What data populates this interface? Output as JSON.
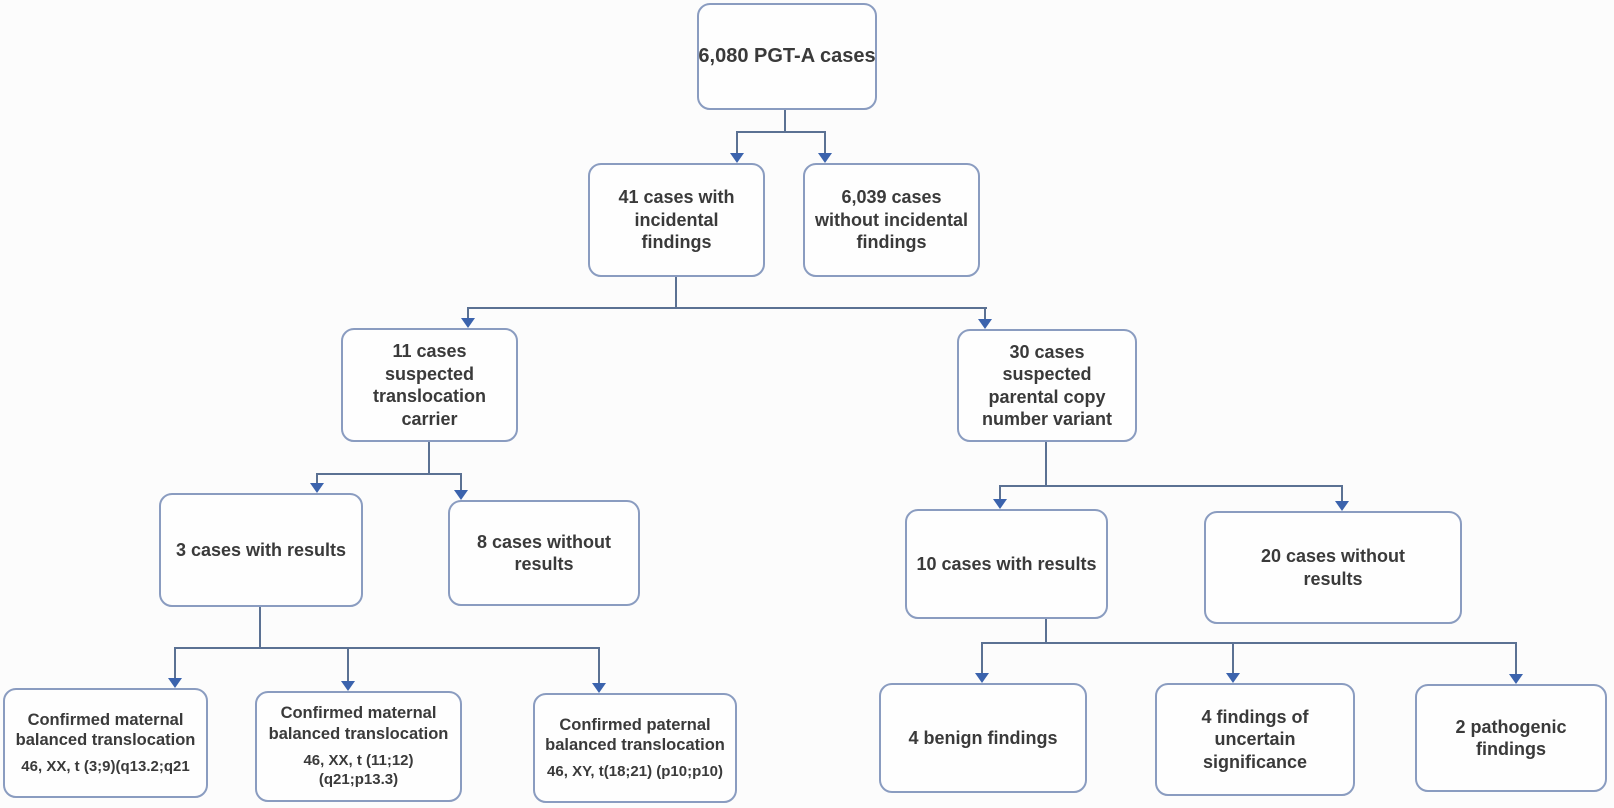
{
  "colors": {
    "box_border": "#8a9cc0",
    "connector_line": "#5b7193",
    "arrowhead": "#3b63ad",
    "text": "#3a3a3a",
    "background": "#fcfcfc"
  },
  "nodes": {
    "total": {
      "label": "6,080 PGT-A cases"
    },
    "with_incidental": {
      "label": "41 cases with\nincidental\nfindings"
    },
    "without_incidental": {
      "label": "6,039 cases\nwithout incidental\nfindings"
    },
    "suspected_translocation": {
      "label": "11 cases\nsuspected\ntranslocation\ncarrier"
    },
    "suspected_cnv": {
      "label": "30 cases\nsuspected\nparental copy\nnumber variant"
    },
    "translocation_with_results": {
      "label": "3 cases with results"
    },
    "translocation_without_results": {
      "label": "8 cases without\nresults"
    },
    "cnv_with_results": {
      "label": "10 cases with results"
    },
    "cnv_without_results": {
      "label": "20 cases without\nresults"
    },
    "maternal_translocation_1": {
      "label": "Confirmed maternal\nbalanced translocation",
      "karyotype": "46, XX, t (3;9)(q13.2;q21"
    },
    "maternal_translocation_2": {
      "label": "Confirmed maternal\nbalanced translocation",
      "karyotype": "46, XX, t (11;12)\n(q21;p13.3)"
    },
    "paternal_translocation": {
      "label": "Confirmed paternal\nbalanced translocation",
      "karyotype": "46, XY, t(18;21) (p10;p10)"
    },
    "benign": {
      "label": "4 benign findings"
    },
    "uncertain": {
      "label": "4 findings of\nuncertain\nsignificance"
    },
    "pathogenic": {
      "label": "2 pathogenic\nfindings"
    }
  }
}
